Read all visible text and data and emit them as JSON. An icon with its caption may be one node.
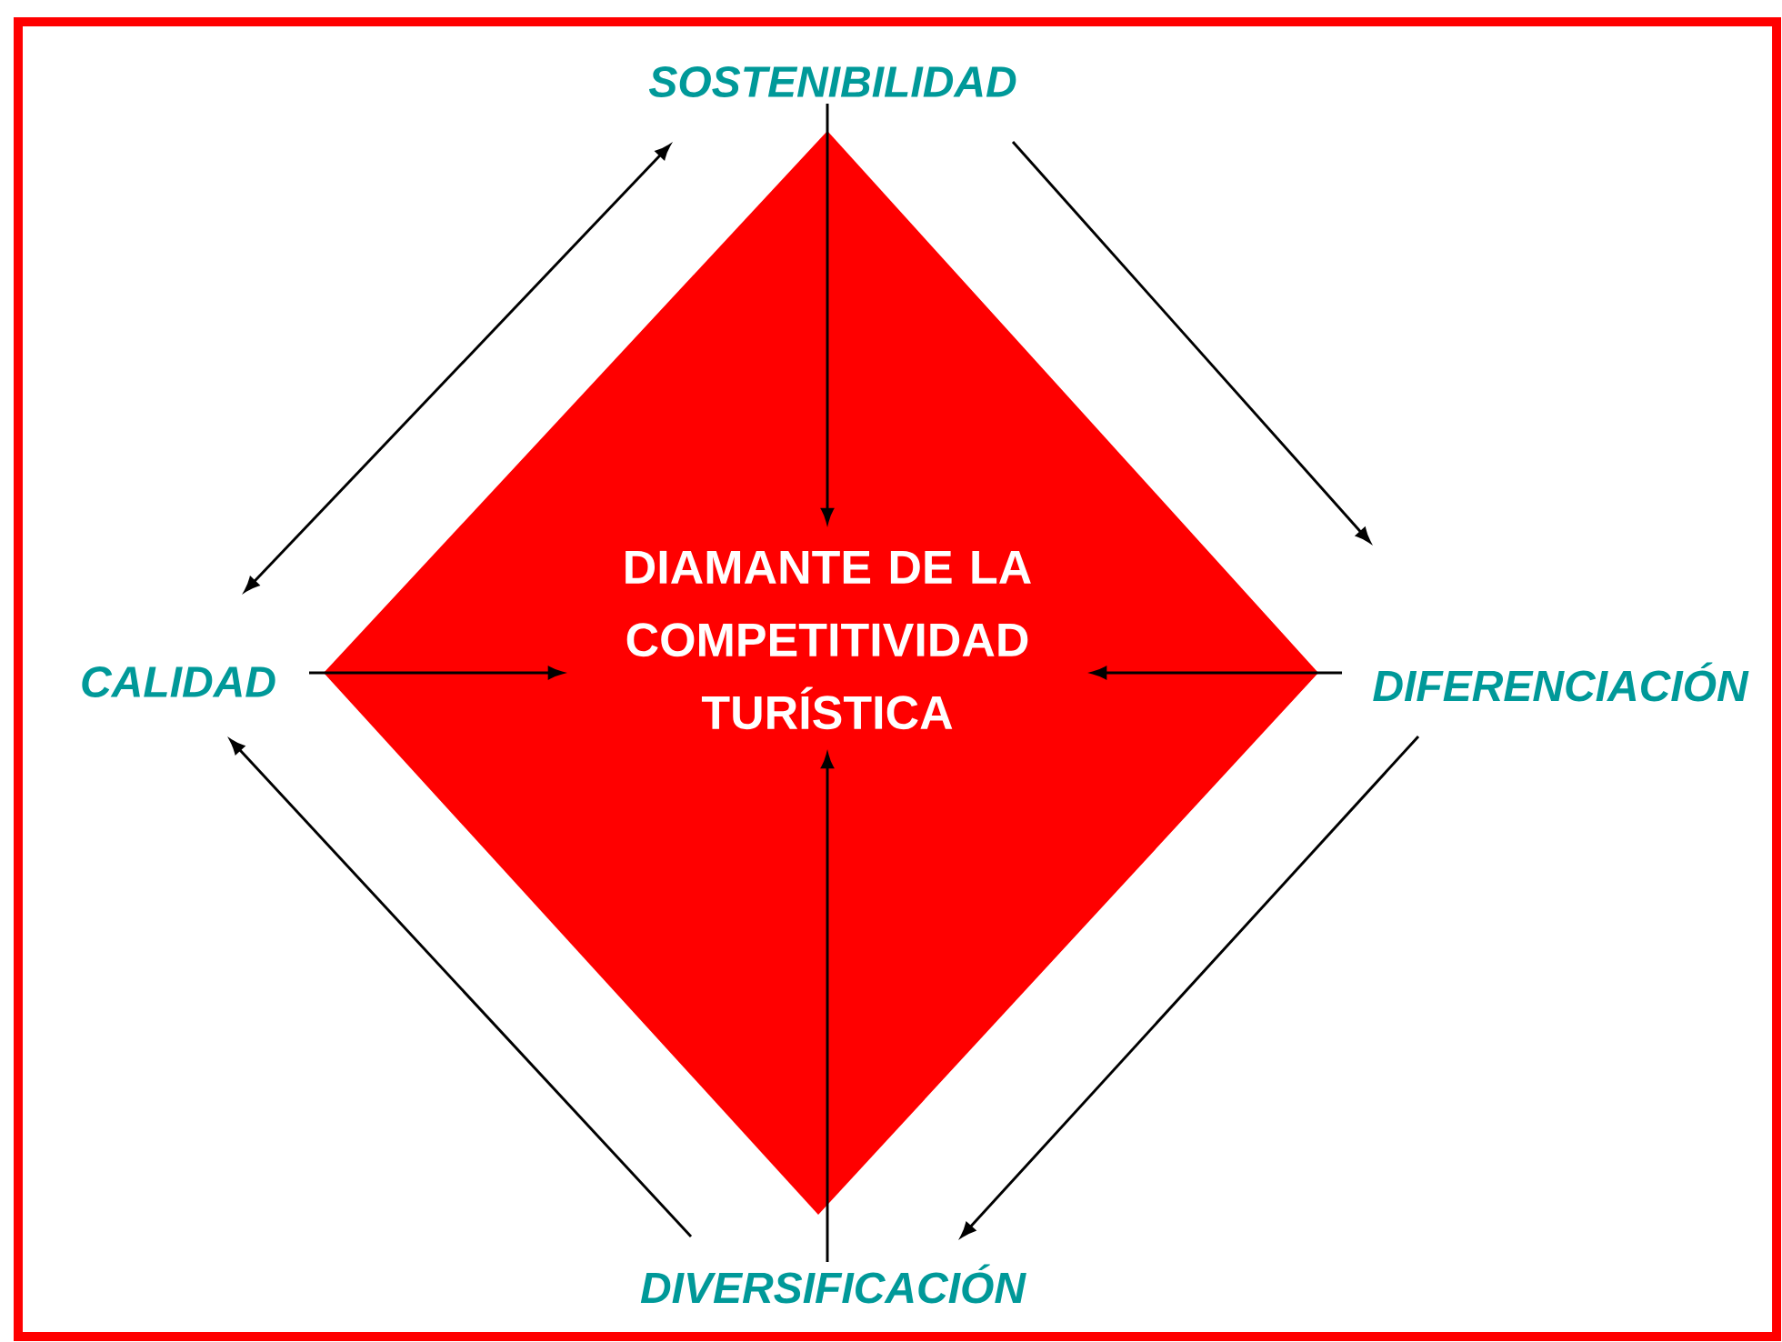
{
  "diagram": {
    "nodes": [
      {
        "text": [
          "DIAMANTE DE LA COMPETITIVIDAD TURÍSTICA"
        ]
      },
      {
        "text": [
          "SOSTENIBILIDAD"
        ]
      },
      {
        "text": [
          "CALIDAD"
        ]
      },
      {
        "text": [
          "DIFERENCIACIÓN"
        ]
      },
      {
        "text": [
          "DIVERSIFICACIÓN"
        ]
      }
    ],
    "edges": [
      {
        "from": 1,
        "to": 2,
        "arrow": "both"
      },
      {
        "from": 1,
        "to": 3,
        "arrow": "to"
      },
      {
        "from": 3,
        "to": 4,
        "arrow": "to"
      },
      {
        "from": 4,
        "to": 2,
        "arrow": "to"
      },
      {
        "from": 1,
        "to": 0,
        "arrow": "to"
      },
      {
        "from": 2,
        "to": 0,
        "arrow": "to"
      },
      {
        "from": 3,
        "to": 0,
        "arrow": "to"
      },
      {
        "from": 4,
        "to": 0,
        "arrow": "to"
      }
    ]
  }
}
